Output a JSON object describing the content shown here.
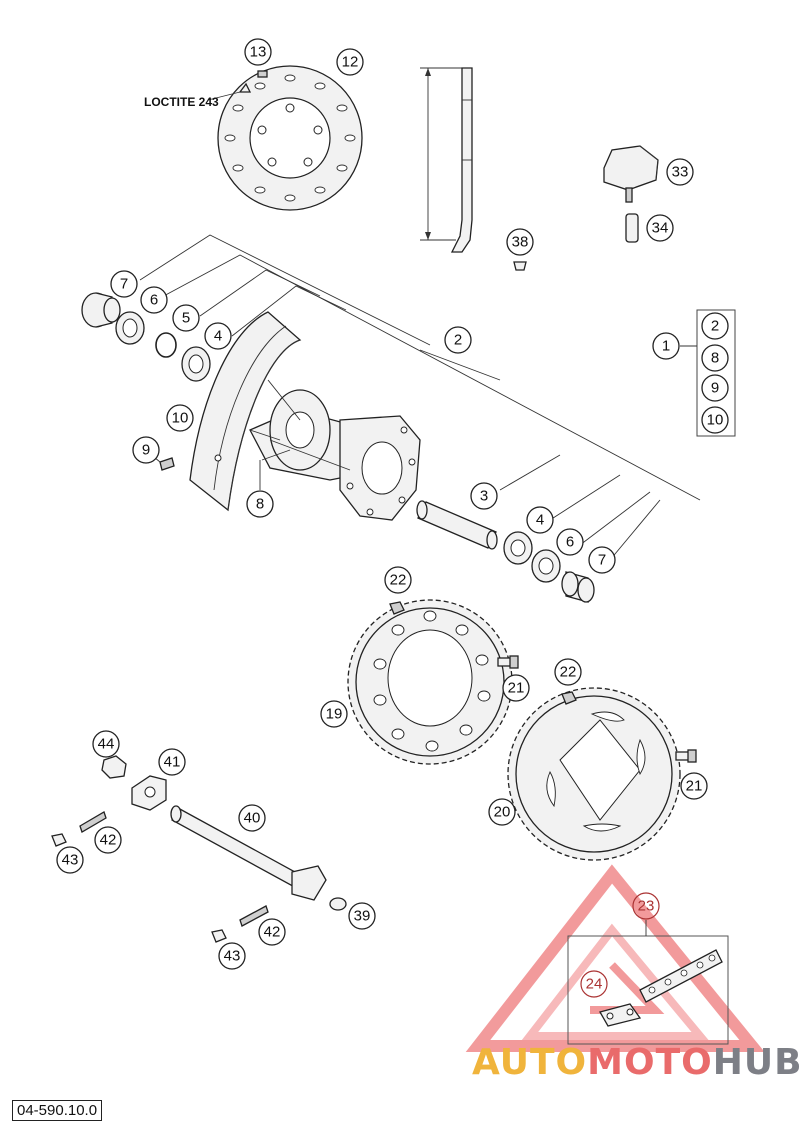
{
  "note": {
    "text": "LOCTITE 243"
  },
  "drawing_number": "04-590.10.0",
  "watermark": {
    "part1": "AUTO",
    "part2": "MOTO",
    "part3": "HUB"
  },
  "callouts": {
    "c13": "13",
    "c12": "12",
    "c33": "33",
    "c34": "34",
    "c38": "38",
    "c7a": "7",
    "c6a": "6",
    "c5": "5",
    "c4a": "4",
    "c2": "2",
    "c10": "10",
    "c9": "9",
    "c8": "8",
    "c3": "3",
    "c4b": "4",
    "c6b": "6",
    "c7b": "7",
    "kit_1": "1",
    "kit_2": "2",
    "kit_8": "8",
    "kit_9": "9",
    "kit_10": "10",
    "c22a": "22",
    "c21a": "21",
    "c19": "19",
    "c22b": "22",
    "c21b": "21",
    "c20": "20",
    "c44": "44",
    "c41": "41",
    "c40": "40",
    "c42a": "42",
    "c43a": "43",
    "c39": "39",
    "c42b": "42",
    "c43b": "43",
    "c23": "23",
    "c24": "24"
  },
  "colors": {
    "watermark_red": "#e8494b",
    "watermark_orange": "#f0b43c",
    "watermark_gray": "#7d7f86"
  }
}
